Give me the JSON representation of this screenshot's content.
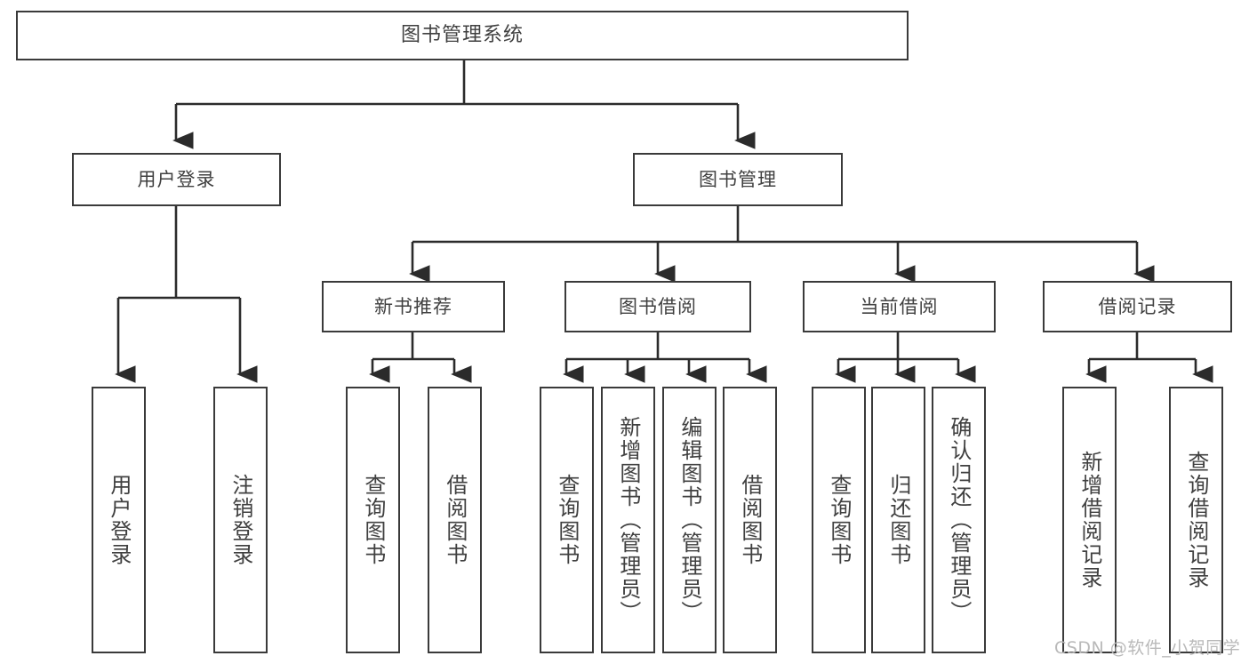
{
  "diagram": {
    "title": "图书管理系统",
    "type": "hierarchy-tree",
    "watermark": "CSDN @软件_小贺同学",
    "colors": {
      "box_border": "#3a3a3a",
      "box_fill": "#ffffff",
      "edge": "#2b2b2b",
      "text": "#404040",
      "watermark": "#b9b9b9",
      "background": "#ffffff"
    },
    "root": {
      "label": "图书管理系统"
    },
    "level2": [
      {
        "label": "用户登录"
      },
      {
        "label": "图书管理"
      }
    ],
    "level3": [
      {
        "label": "新书推荐"
      },
      {
        "label": "图书借阅"
      },
      {
        "label": "当前借阅"
      },
      {
        "label": "借阅记录"
      }
    ],
    "leaves": {
      "user_login": [
        {
          "label": "用户登录"
        },
        {
          "label": "注销登录"
        }
      ],
      "new_book_recommend": [
        {
          "label": "查询图书"
        },
        {
          "label": "借阅图书"
        }
      ],
      "book_borrow": [
        {
          "label": "查询图书"
        },
        {
          "label": "新增图书（管理员）"
        },
        {
          "label": "编辑图书（管理员）"
        },
        {
          "label": "借阅图书"
        }
      ],
      "current_borrow": [
        {
          "label": "查询图书"
        },
        {
          "label": "归还图书"
        },
        {
          "label": "确认归还（管理员）"
        }
      ],
      "borrow_record": [
        {
          "label": "新增借阅记录"
        },
        {
          "label": "查询借阅记录"
        }
      ]
    }
  }
}
